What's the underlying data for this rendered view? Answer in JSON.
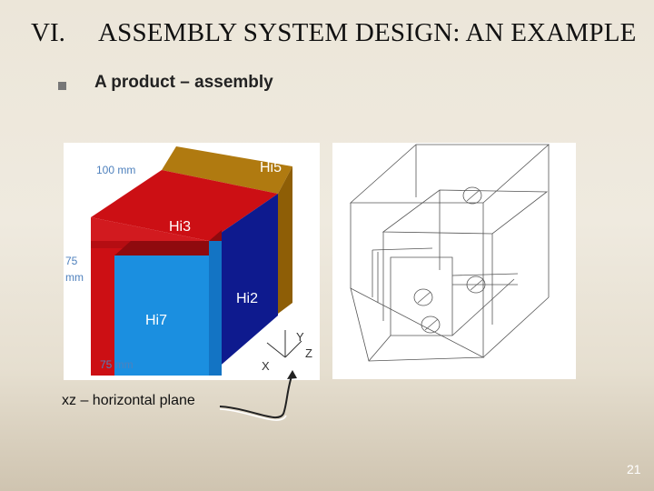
{
  "slide": {
    "section_number": "VI.",
    "title": "ASSEMBLY SYSTEM DESIGN: AN EXAMPLE",
    "bullet": "A product – assembly",
    "caption": "xz – horizontal plane",
    "page_number": "21"
  },
  "figure": {
    "dim_top": "100 mm",
    "dim_side_line1": "75",
    "dim_side_line2": "mm",
    "dim_bottom": "75 mm",
    "part_hi5": "Hi5",
    "part_hi3": "Hi3",
    "part_hi2": "Hi2",
    "part_hi7": "Hi7",
    "axis_x": "X",
    "axis_y": "Y",
    "axis_z": "Z"
  },
  "colors": {
    "red": "#cc0f14",
    "dark_red": "#8f0a0e",
    "blue": "#1b8fe0",
    "navy": "#0e1a8e",
    "brown": "#a8720a",
    "dim_label": "#4f81bd"
  }
}
